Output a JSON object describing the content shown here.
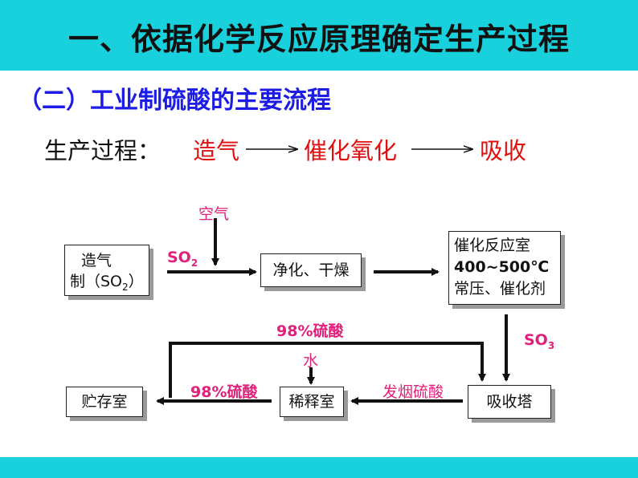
{
  "title": "一、依据化学反应原理确定生产过程",
  "subtitle": "（二）工业制硫酸的主要流程",
  "process": {
    "label": "生产过程：",
    "steps": [
      "造气",
      "催化氧化",
      "吸收"
    ]
  },
  "flow": {
    "box_make_gas_line1": "造气",
    "box_make_gas_line2_prefix": "制（SO",
    "box_make_gas_line2_sub": "2",
    "box_make_gas_line2_suffix": "）",
    "box_purify": "净化、干燥",
    "box_reactor_line1": "催化反应室",
    "box_reactor_line2": "400~500℃",
    "box_reactor_line3": "常压、催化剂",
    "box_absorber": "吸收塔",
    "box_dilution": "稀释室",
    "box_storage": "贮存室",
    "label_air": "空气",
    "label_so2_main": "SO",
    "label_so2_sub": "2",
    "label_so3_main": "SO",
    "label_so3_sub": "3",
    "label_98_top": "98%硫酸",
    "label_water": "水",
    "label_oleum": "发烟硫酸",
    "label_98_bottom": "98%硫酸"
  },
  "colors": {
    "top_bar": "#19d1dc",
    "title_text": "#111111",
    "subtitle_text": "#1c1ce6",
    "process_step_text": "#e01010",
    "flow_label_text": "#e0207a"
  }
}
